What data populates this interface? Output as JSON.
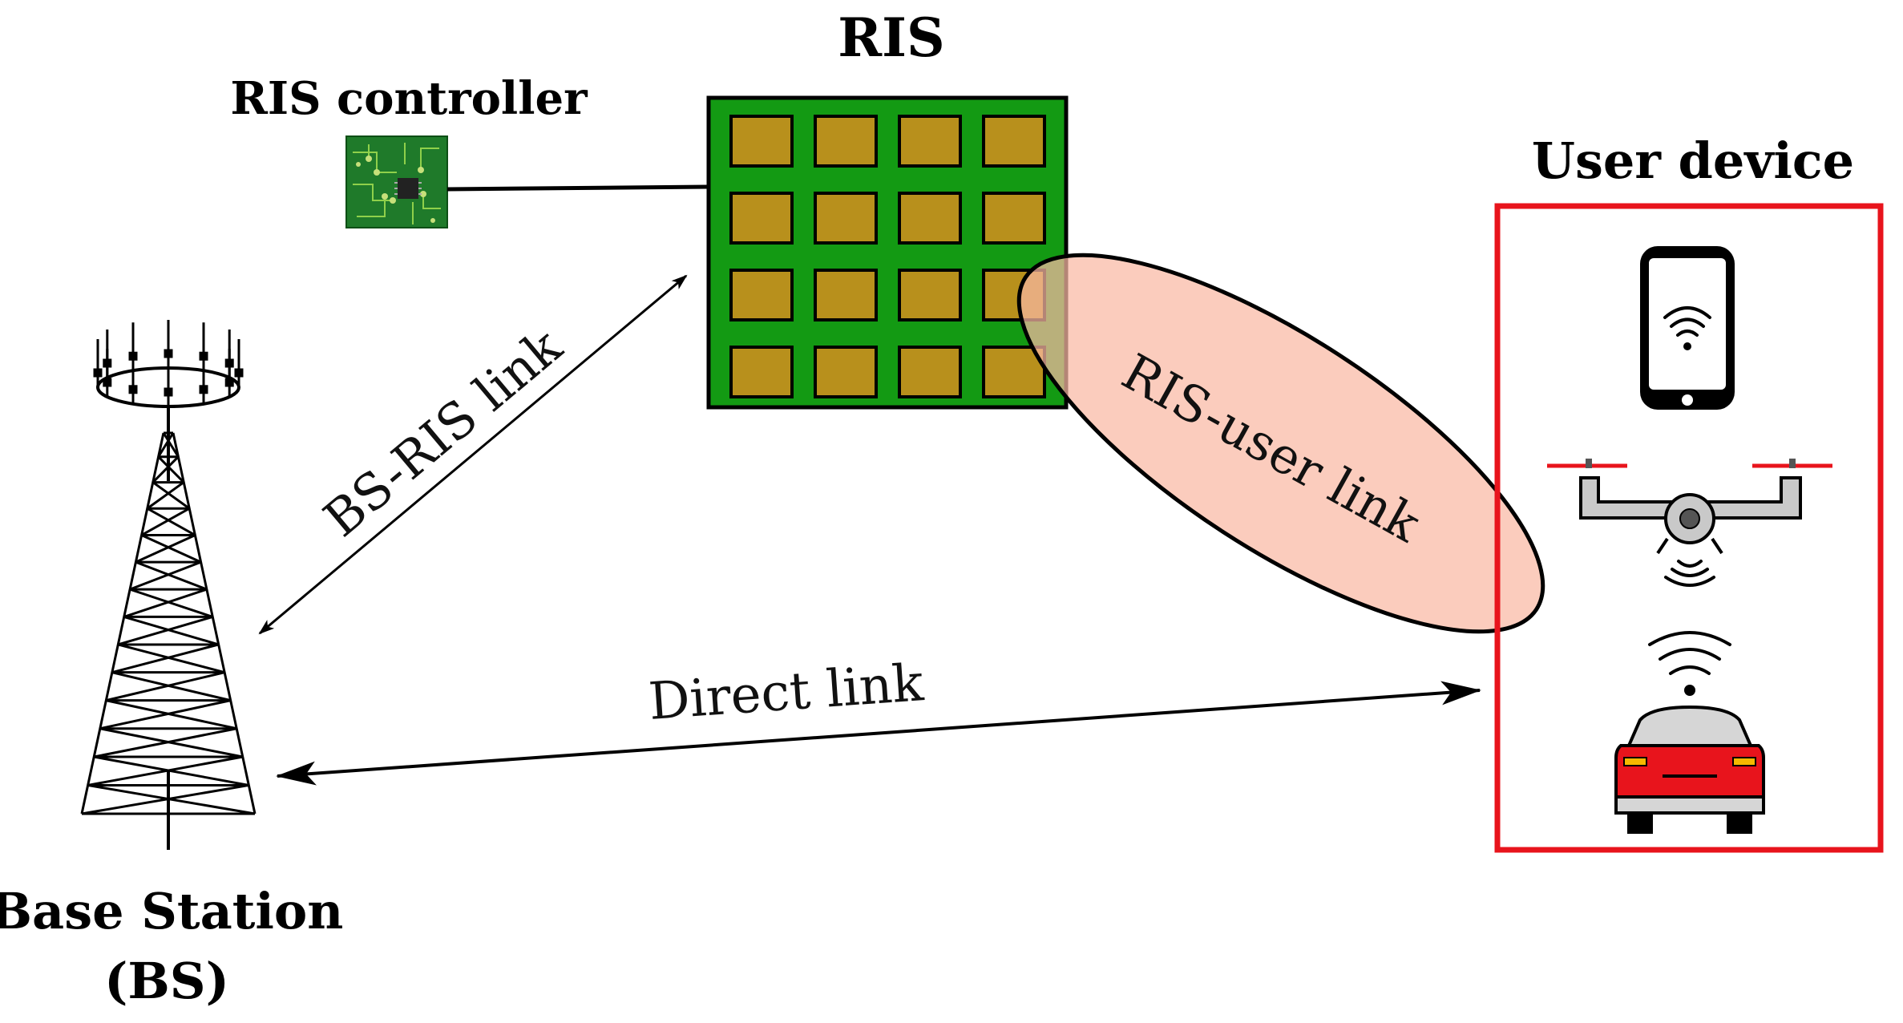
{
  "labels": {
    "ris_title": "RIS",
    "ris_controller": "RIS controller",
    "user_device": "User device",
    "base_station_line1": "Base Station",
    "base_station_line2": "(BS)",
    "bs_ris_link": "BS-RIS link",
    "ris_user_link": "RIS-user link",
    "direct_link": "Direct link"
  },
  "ris_panel": {
    "rows": 4,
    "cols": 4,
    "board_color": "#139a13",
    "element_color": "#b8901c"
  },
  "colors": {
    "user_box": "#e8141c",
    "beam_fill": "#f9c3b3",
    "pcb": "#1f7a2a",
    "drone_prop": "#e8141c",
    "car_body": "#e8141c"
  },
  "icons": [
    "pcb-chip-icon",
    "tower-icon",
    "smartphone-icon",
    "drone-icon",
    "car-icon",
    "wifi-icon"
  ]
}
